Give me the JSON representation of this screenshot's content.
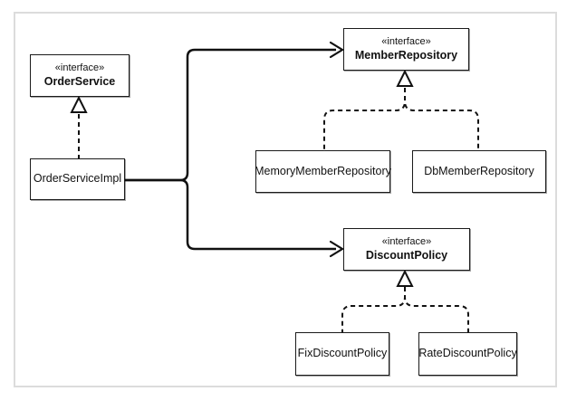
{
  "diagram": {
    "title": "UML class diagram — order service with member repository and discount policy",
    "colors": {
      "line": "#111111",
      "box_border": "#1a1a1a",
      "box_fill": "#ffffff",
      "frame_border": "#dcdcdc",
      "background": "#ffffff"
    },
    "nodes": {
      "order_service": {
        "stereotype": "«interface»",
        "name": "OrderService"
      },
      "order_service_impl": {
        "name": "OrderServiceImpl"
      },
      "member_repository": {
        "stereotype": "«interface»",
        "name": "MemberRepository"
      },
      "memory_member_repository": {
        "name": "MemoryMemberRepository"
      },
      "db_member_repository": {
        "name": "DbMemberRepository"
      },
      "discount_policy": {
        "stereotype": "«interface»",
        "name": "DiscountPolicy"
      },
      "fix_discount_policy": {
        "name": "FixDiscountPolicy"
      },
      "rate_discount_policy": {
        "name": "RateDiscountPolicy"
      }
    },
    "edges": [
      {
        "from": "OrderServiceImpl",
        "to": "OrderService",
        "type": "realization",
        "style": "dashed, hollow triangle"
      },
      {
        "from": "OrderServiceImpl",
        "to": "MemberRepository",
        "type": "dependency",
        "style": "solid, open arrow"
      },
      {
        "from": "OrderServiceImpl",
        "to": "DiscountPolicy",
        "type": "dependency",
        "style": "solid, open arrow"
      },
      {
        "from": "MemoryMemberRepository",
        "to": "MemberRepository",
        "type": "realization",
        "style": "dashed, hollow triangle"
      },
      {
        "from": "DbMemberRepository",
        "to": "MemberRepository",
        "type": "realization",
        "style": "dashed, hollow triangle"
      },
      {
        "from": "FixDiscountPolicy",
        "to": "DiscountPolicy",
        "type": "realization",
        "style": "dashed, hollow triangle"
      },
      {
        "from": "RateDiscountPolicy",
        "to": "DiscountPolicy",
        "type": "realization",
        "style": "dashed, hollow triangle"
      }
    ]
  }
}
